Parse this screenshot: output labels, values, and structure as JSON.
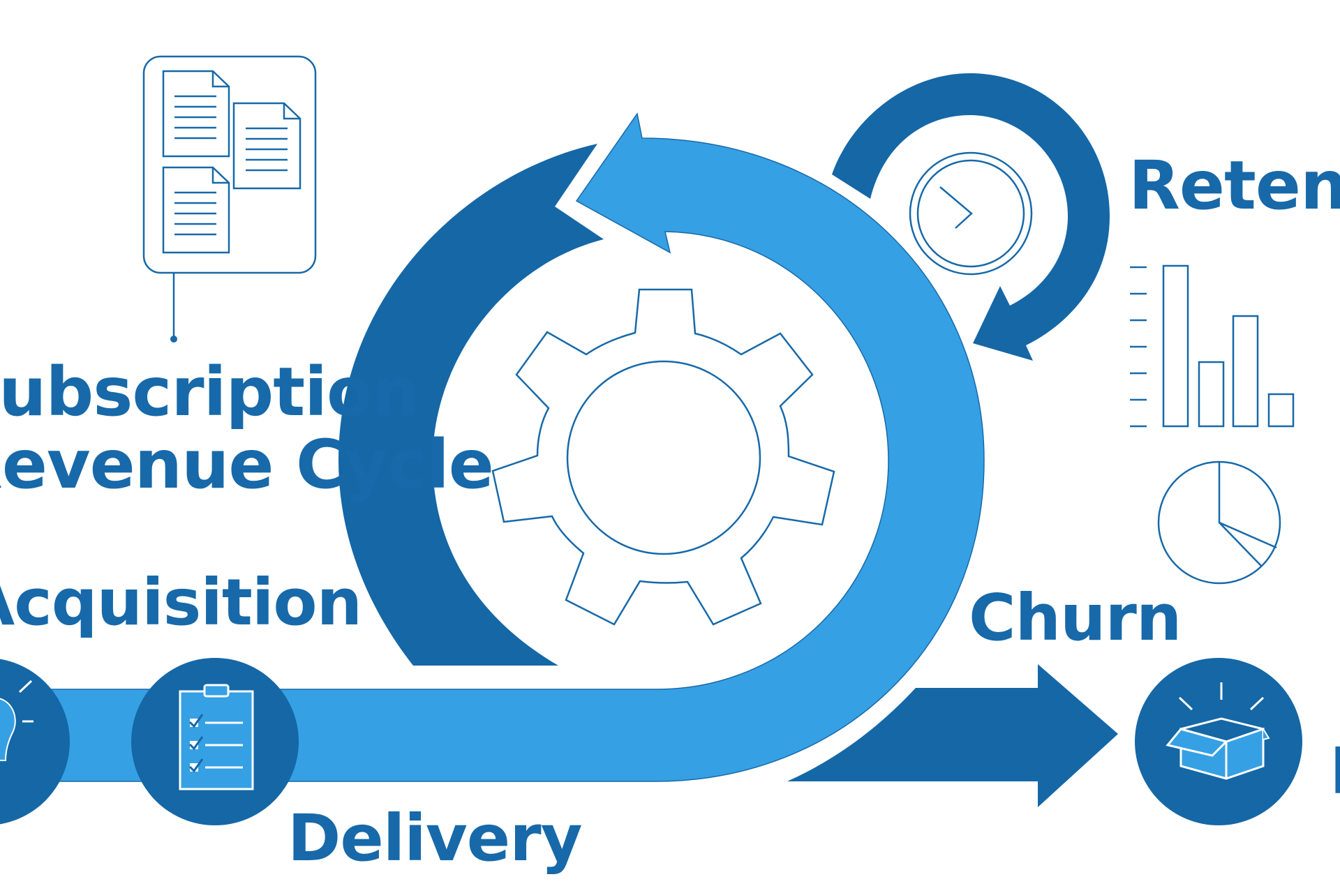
{
  "diagram": {
    "title_lines": [
      "Subscription",
      "Revenue Cycle"
    ],
    "labels": {
      "acquisition": "Acquisition",
      "retention": "Retention",
      "churn": "Churn",
      "delivery": "Delivery",
      "right_edge": "R"
    },
    "colors": {
      "dark_blue": "#1567a6",
      "light_blue": "#36a0e4",
      "outline": "#1769a9",
      "background": "#ffffff"
    },
    "icons": [
      "documents-icon",
      "lightbulb-icon",
      "clipboard-checklist-icon",
      "clock-icon",
      "gear-icon",
      "bar-chart-icon",
      "pie-chart-icon",
      "open-box-icon"
    ]
  }
}
